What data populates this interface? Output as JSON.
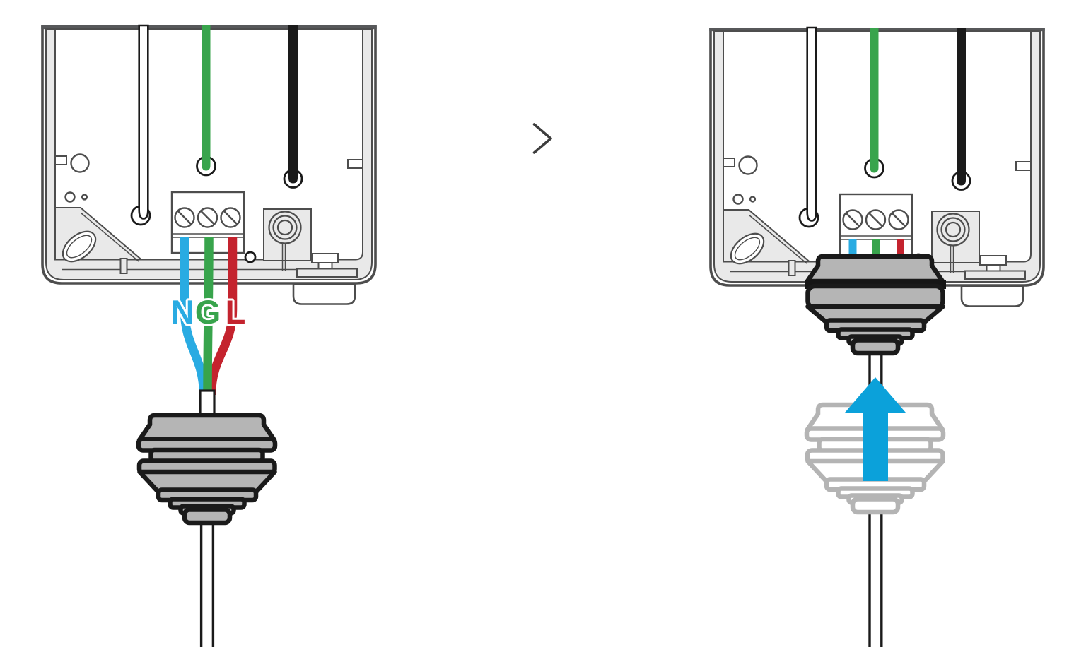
{
  "wire_labels": [
    {
      "text": "N",
      "color": "#29ABE2"
    },
    {
      "text": "G",
      "color": "#38A44C"
    },
    {
      "text": "L",
      "color": "#C4232E"
    }
  ],
  "colors": {
    "wire_blue": "#29ABE2",
    "wire_green": "#38A44C",
    "wire_red": "#C4232E",
    "wire_black": "#1A1A1A",
    "arrow_blue": "#0BA1DA",
    "gland_gray": "#B5B5B5",
    "ghost_gray": "#B4B4B4",
    "outline_black": "#1A1A1A",
    "enclosure_line": "#4D4D4D"
  },
  "icons": {
    "step_separator": "chevron-right-icon",
    "gland_action": "arrow-up-icon"
  }
}
